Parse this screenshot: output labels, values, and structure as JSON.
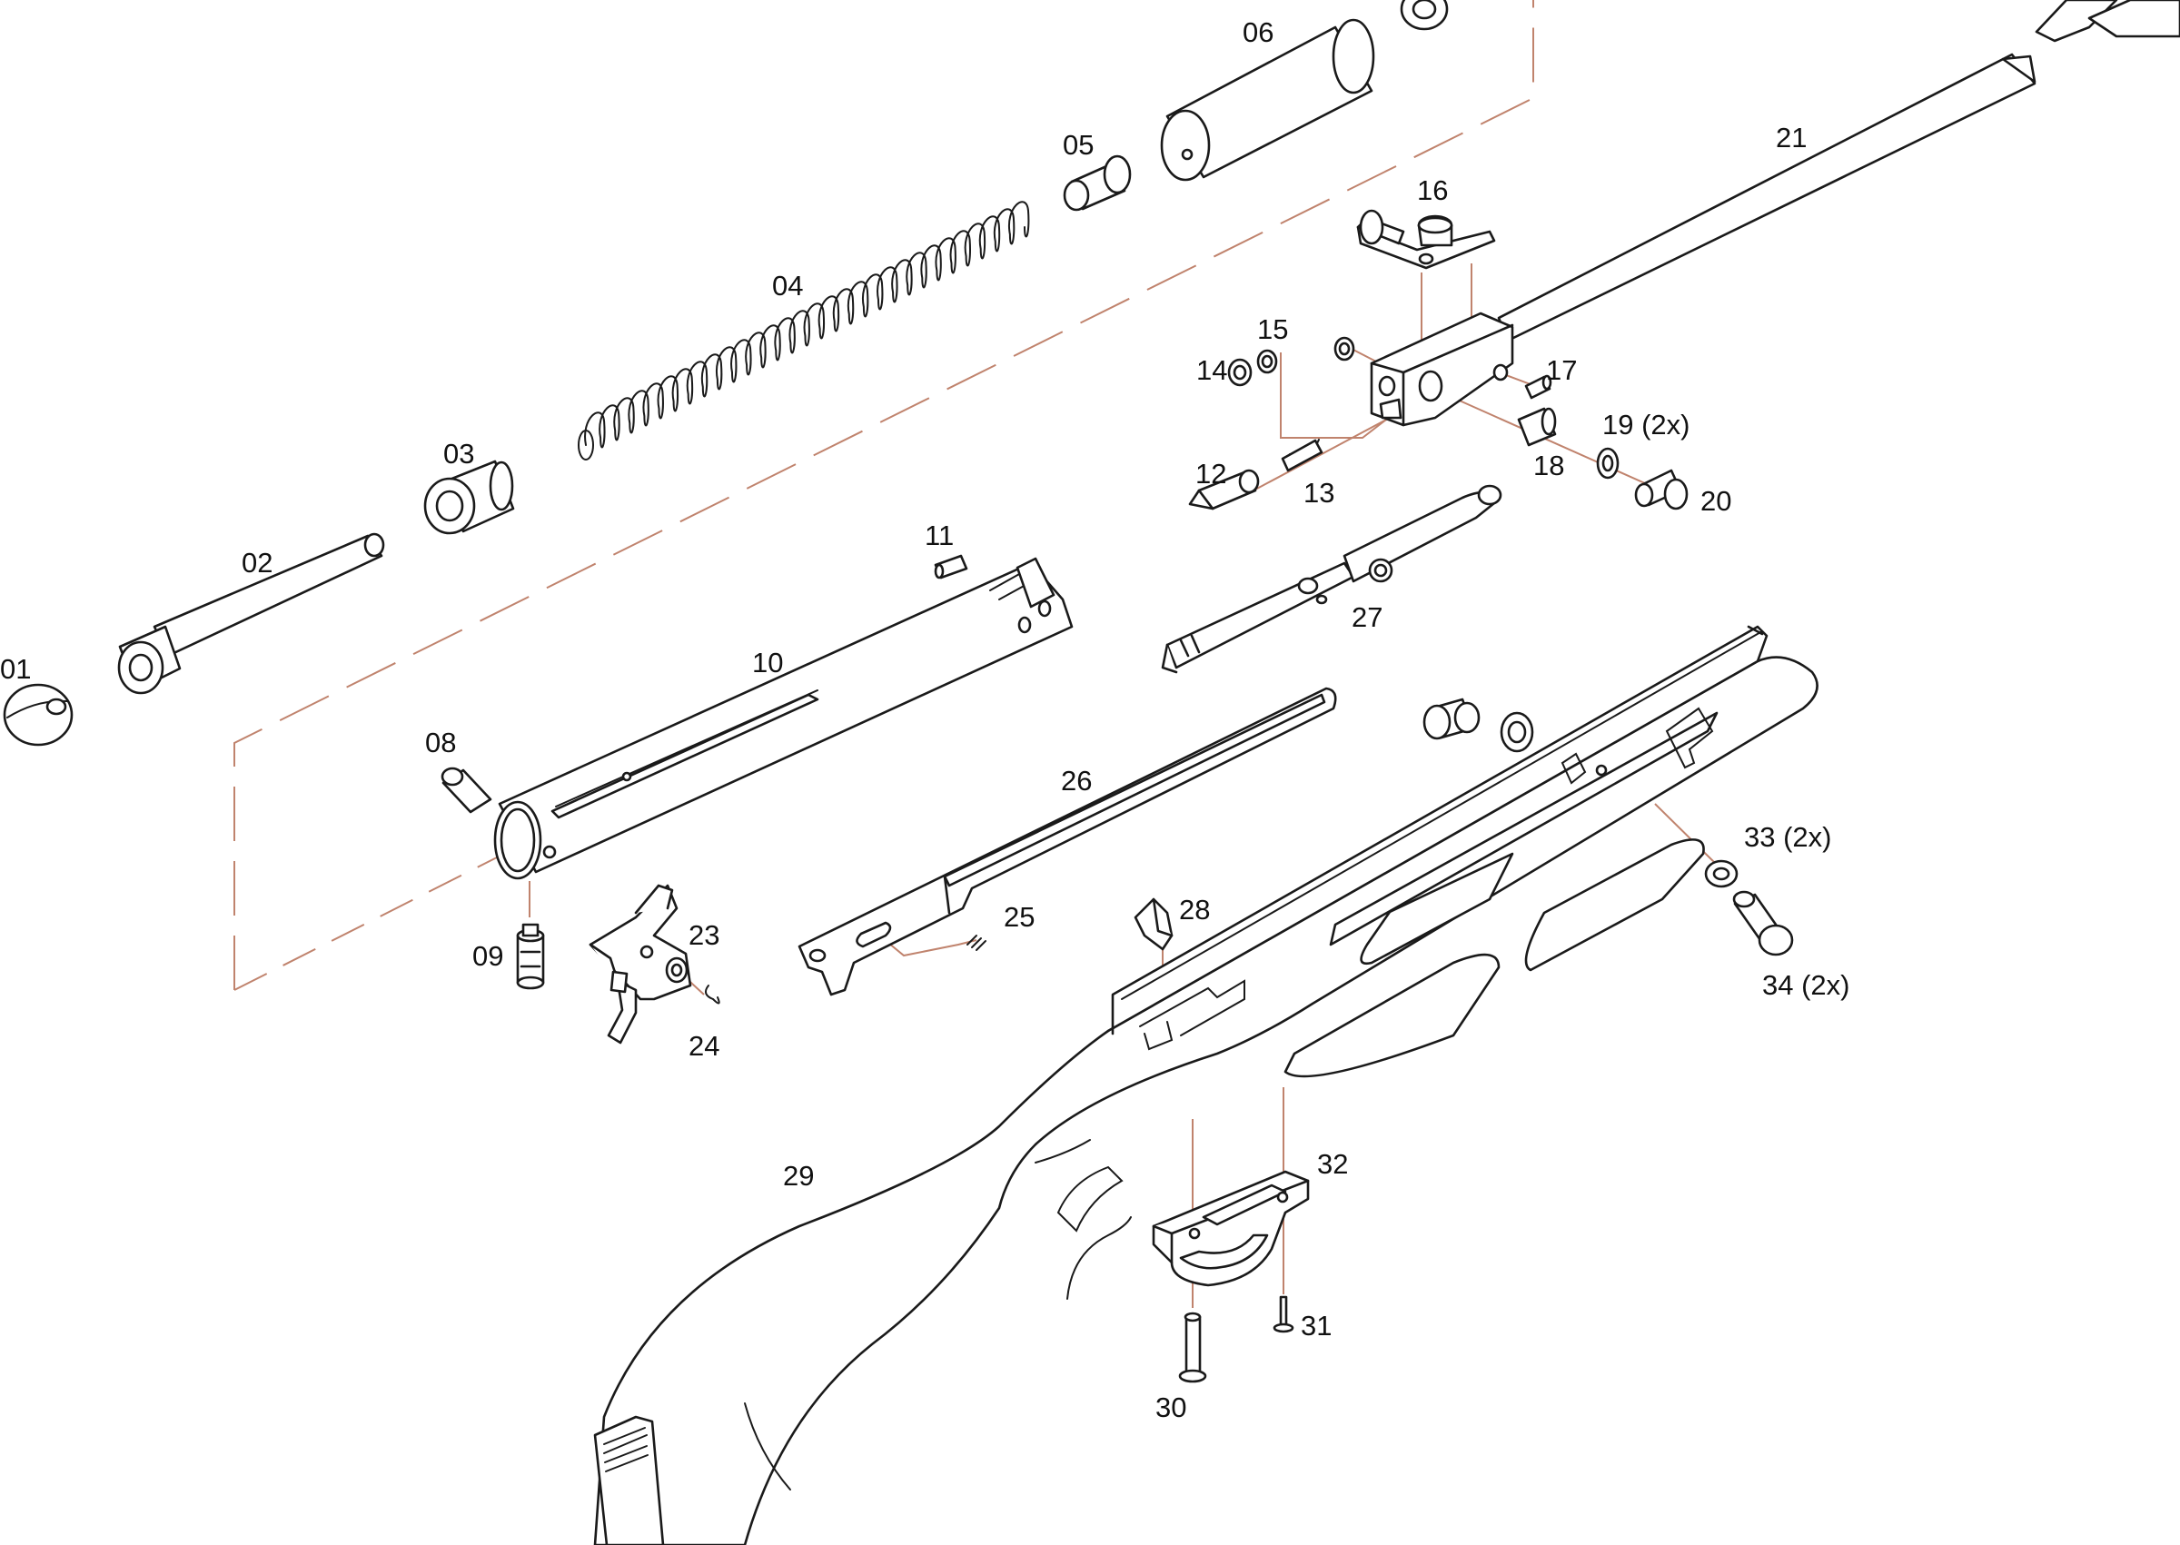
{
  "colors": {
    "line": "#1a1a1a",
    "leader": "#c0836d",
    "background": "#ffffff"
  },
  "labels": {
    "p01": "01",
    "p02": "02",
    "p03": "03",
    "p04": "04",
    "p05": "05",
    "p06": "06",
    "p08": "08",
    "p09": "09",
    "p10": "10",
    "p11": "11",
    "p12": "12",
    "p13": "13",
    "p14": "14",
    "p15": "15",
    "p16": "16",
    "p17": "17",
    "p18": "18",
    "p19": "19 (2x)",
    "p20": "20",
    "p21": "21",
    "p23": "23",
    "p24": "24",
    "p25": "25",
    "p26": "26",
    "p27": "27",
    "p28": "28",
    "p29": "29",
    "p30": "30",
    "p31": "31",
    "p32": "32",
    "p33": "33 (2x)",
    "p34": "34 (2x)"
  }
}
